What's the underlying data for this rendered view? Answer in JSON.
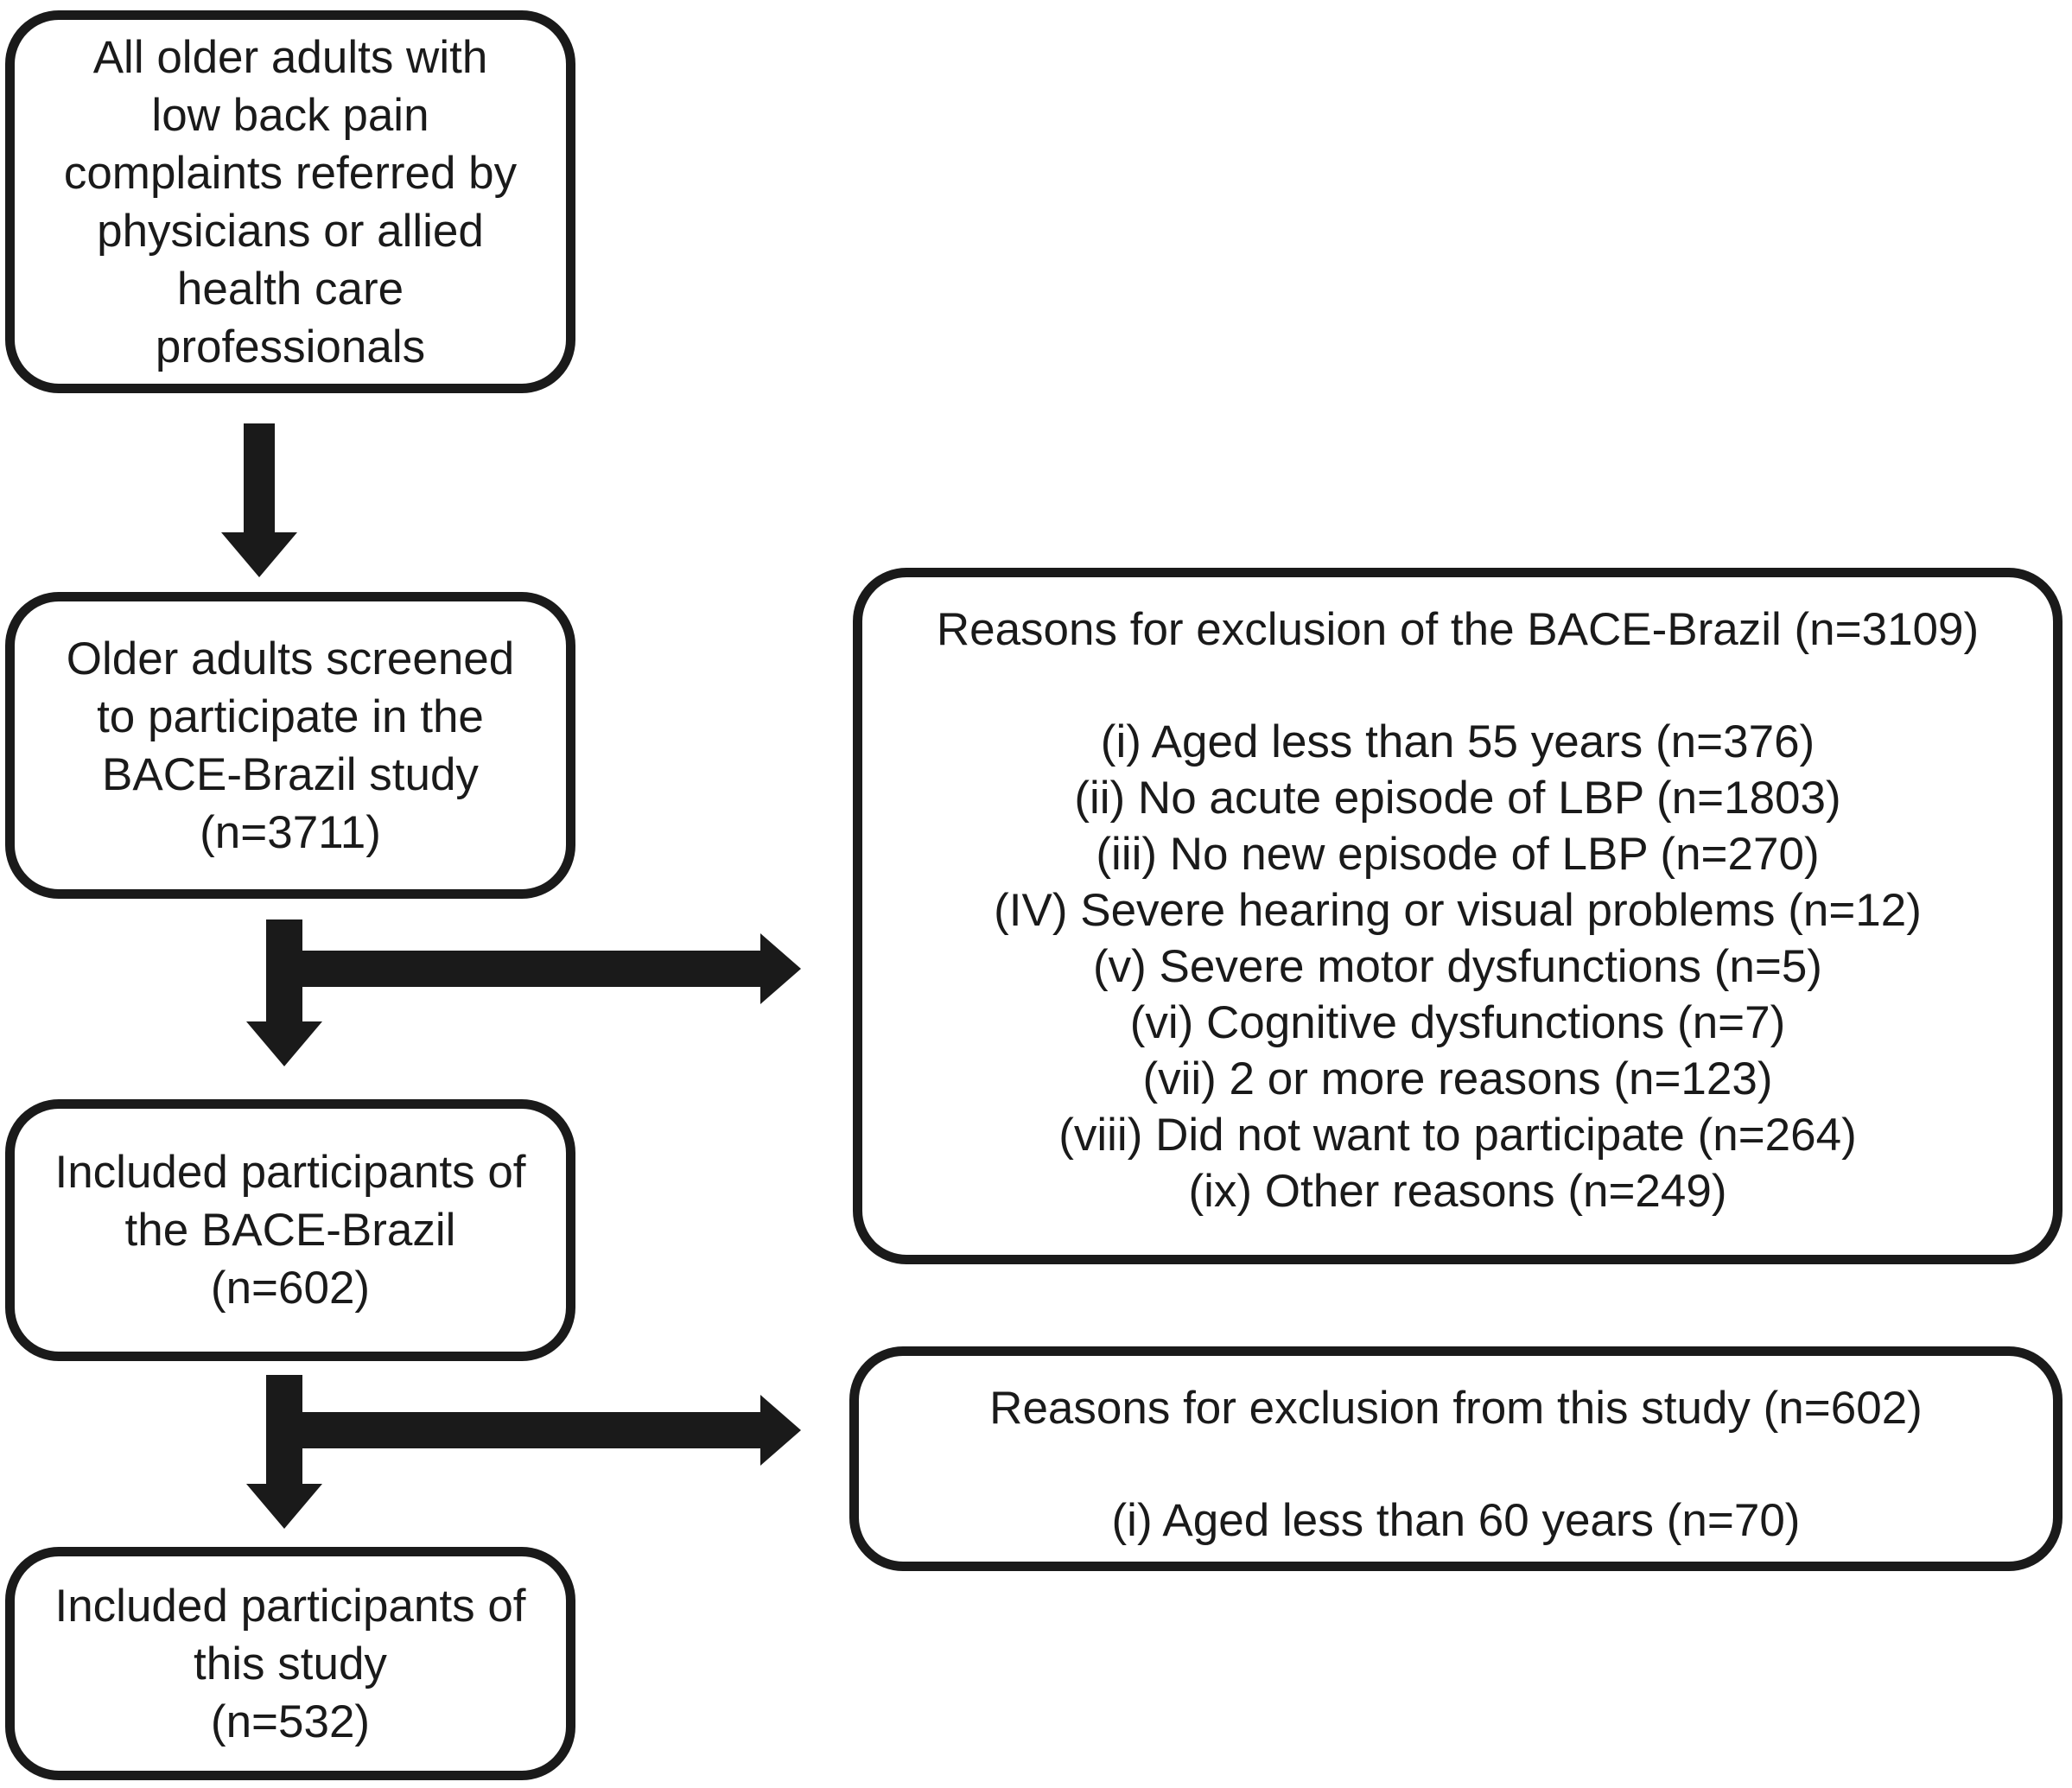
{
  "colors": {
    "ink": "#1a1a1a",
    "background": "#ffffff"
  },
  "flow": {
    "box1": "All older adults with\nlow back pain\ncomplaints referred by\nphysicians or allied\nhealth care\nprofessionals",
    "box2": "Older adults screened\nto participate in the\nBACE-Brazil study\n(n=3711)",
    "box3": "Included participants of\nthe BACE-Brazil\n(n=602)",
    "box4": "Included participants of\nthis study\n(n=532)"
  },
  "exclusion_bace": {
    "title": "Reasons for exclusion of the BACE-Brazil (n=3109)",
    "items": [
      "(i) Aged less than 55 years (n=376)",
      "(ii) No acute episode of LBP (n=1803)",
      "(iii) No new episode of LBP (n=270)",
      "(IV) Severe hearing or visual problems (n=12)",
      "(v) Severe motor dysfunctions (n=5)",
      "(vi) Cognitive dysfunctions (n=7)",
      "(vii) 2 or more reasons (n=123)",
      "(viii) Did not want to participate (n=264)",
      "(ix) Other reasons (n=249)"
    ]
  },
  "exclusion_study": {
    "title": "Reasons for exclusion from this study (n=602)",
    "items": [
      "(i) Aged less than 60 years (n=70)"
    ]
  }
}
